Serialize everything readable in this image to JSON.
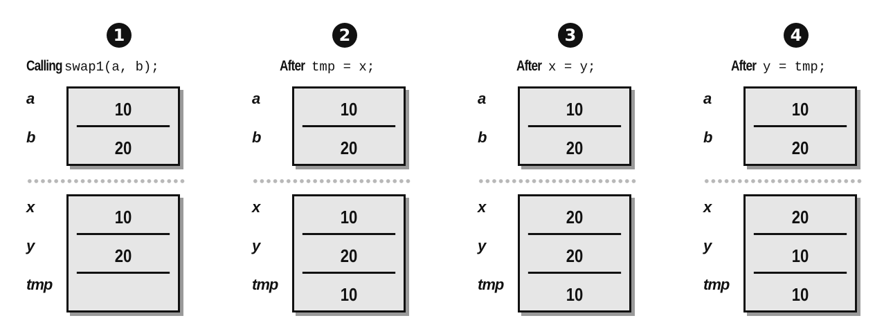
{
  "panels": [
    {
      "step": "1",
      "caption_word": "Calling",
      "caption_code": "swap1(a, b);",
      "labels": {
        "a": "a",
        "b": "b",
        "x": "x",
        "y": "y",
        "tmp": "tmp"
      },
      "values": {
        "a": "10",
        "b": "20",
        "x": "10",
        "y": "20",
        "tmp": ""
      }
    },
    {
      "step": "2",
      "caption_word": "After",
      "caption_code": "tmp = x;",
      "labels": {
        "a": "a",
        "b": "b",
        "x": "x",
        "y": "y",
        "tmp": "tmp"
      },
      "values": {
        "a": "10",
        "b": "20",
        "x": "10",
        "y": "20",
        "tmp": "10"
      }
    },
    {
      "step": "3",
      "caption_word": "After",
      "caption_code": "x = y;",
      "labels": {
        "a": "a",
        "b": "b",
        "x": "x",
        "y": "y",
        "tmp": "tmp"
      },
      "values": {
        "a": "10",
        "b": "20",
        "x": "20",
        "y": "20",
        "tmp": "10"
      }
    },
    {
      "step": "4",
      "caption_word": "After",
      "caption_code": "y = tmp;",
      "labels": {
        "a": "a",
        "b": "b",
        "x": "x",
        "y": "y",
        "tmp": "tmp"
      },
      "values": {
        "a": "10",
        "b": "20",
        "x": "20",
        "y": "10",
        "tmp": "10"
      }
    }
  ]
}
